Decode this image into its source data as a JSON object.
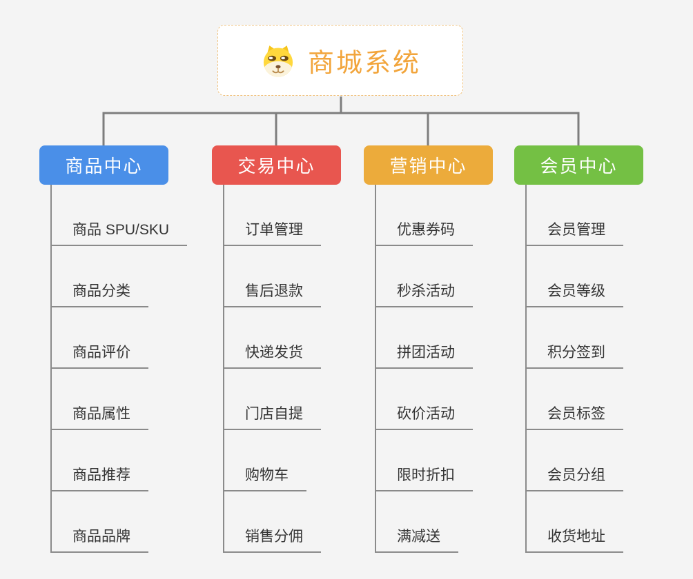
{
  "root": {
    "title": "商城系统",
    "icon": "doge-icon"
  },
  "branches": [
    {
      "label": "商品中心",
      "color": "#4a8fe8",
      "children": [
        "商品 SPU/SKU",
        "商品分类",
        "商品评价",
        "商品属性",
        "商品推荐",
        "商品品牌"
      ]
    },
    {
      "label": "交易中心",
      "color": "#e8564f",
      "children": [
        "订单管理",
        "售后退款",
        "快递发货",
        "门店自提",
        "购物车",
        "销售分佣"
      ]
    },
    {
      "label": "营销中心",
      "color": "#ecab3b",
      "children": [
        "优惠券码",
        "秒杀活动",
        "拼团活动",
        "砍价活动",
        "限时折扣",
        "满减送"
      ]
    },
    {
      "label": "会员中心",
      "color": "#74c044",
      "children": [
        "会员管理",
        "会员等级",
        "积分签到",
        "会员标签",
        "会员分组",
        "收货地址"
      ]
    }
  ],
  "colors": {
    "background": "#f4f4f4",
    "title": "#f2a53c",
    "root_border": "#f0c27e",
    "connector": "#7d7d7d",
    "child_line": "#8a8a8a",
    "child_text": "#333333"
  }
}
